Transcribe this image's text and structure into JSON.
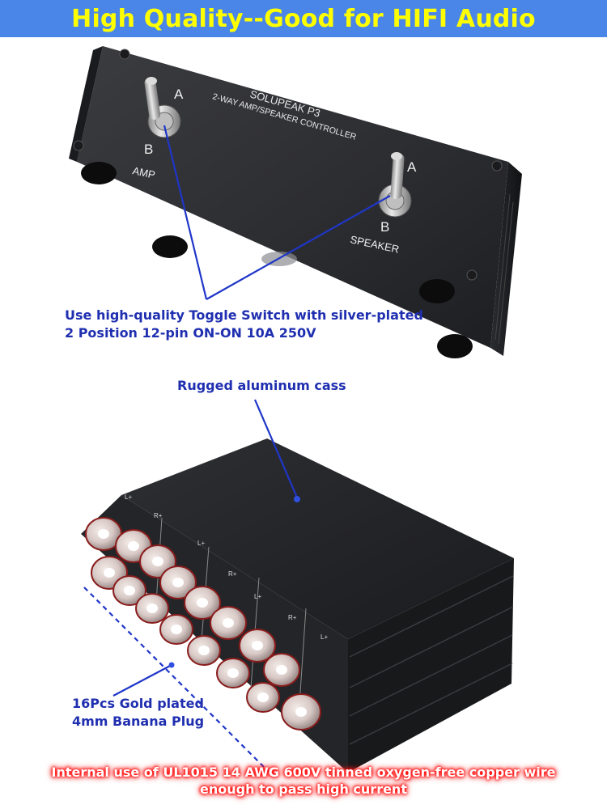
{
  "banner": {
    "text": "High Quality--Good for HIFI Audio",
    "background": "#4a86e8",
    "color": "#ffff00"
  },
  "device_top": {
    "brand": "SOLUPEAK P3",
    "subtitle": "2-WAY AMP/SPEAKER CONTROLLER",
    "switch_amp": {
      "pos_a": "A",
      "pos_b": "B",
      "label": "AMP"
    },
    "switch_speaker": {
      "pos_a": "A",
      "pos_b": "B",
      "label": "SPEAKER"
    }
  },
  "device_back": {
    "terminal_labels": [
      "L+",
      "R+",
      "L+",
      "R+",
      "L+",
      "R+",
      "L+"
    ]
  },
  "annotations": {
    "toggle_line1": "Use high-quality Toggle Switch with silver-plated",
    "toggle_line2": "2 Position 12-pin ON-ON 10A 250V",
    "case": "Rugged aluminum cass",
    "plug_line1": "16Pcs Gold plated",
    "plug_line2": "4mm Banana Plug",
    "color": "#1f2fb0"
  },
  "footer": {
    "line1": "Internal use of UL1015 14 AWG 600V tinned oxygen-free copper wire",
    "line2": "enough to pass high current",
    "glow_color": "#ff0000"
  }
}
